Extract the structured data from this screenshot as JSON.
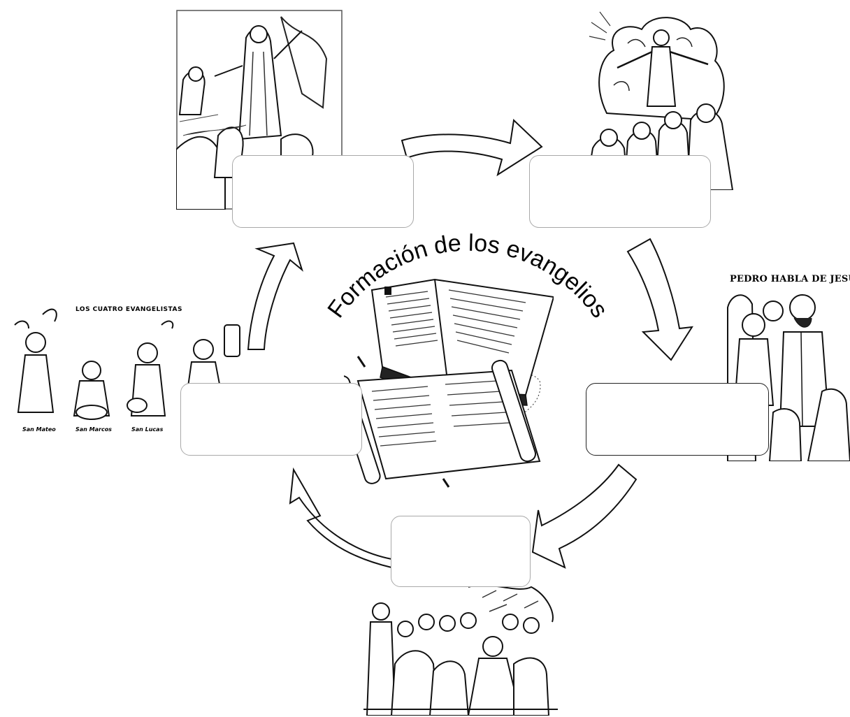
{
  "diagram": {
    "title": "Formación de los evangelios"
  },
  "illustrations": {
    "evangelists": {
      "heading": "LOS CUATRO EVANGELISTAS",
      "names": [
        "San Mateo",
        "San Marcos",
        "San Lucas"
      ]
    },
    "pedro": {
      "heading": "PEDRO HABLA DE JESÚS"
    }
  },
  "boxes": [
    "",
    "",
    "",
    "",
    ""
  ]
}
